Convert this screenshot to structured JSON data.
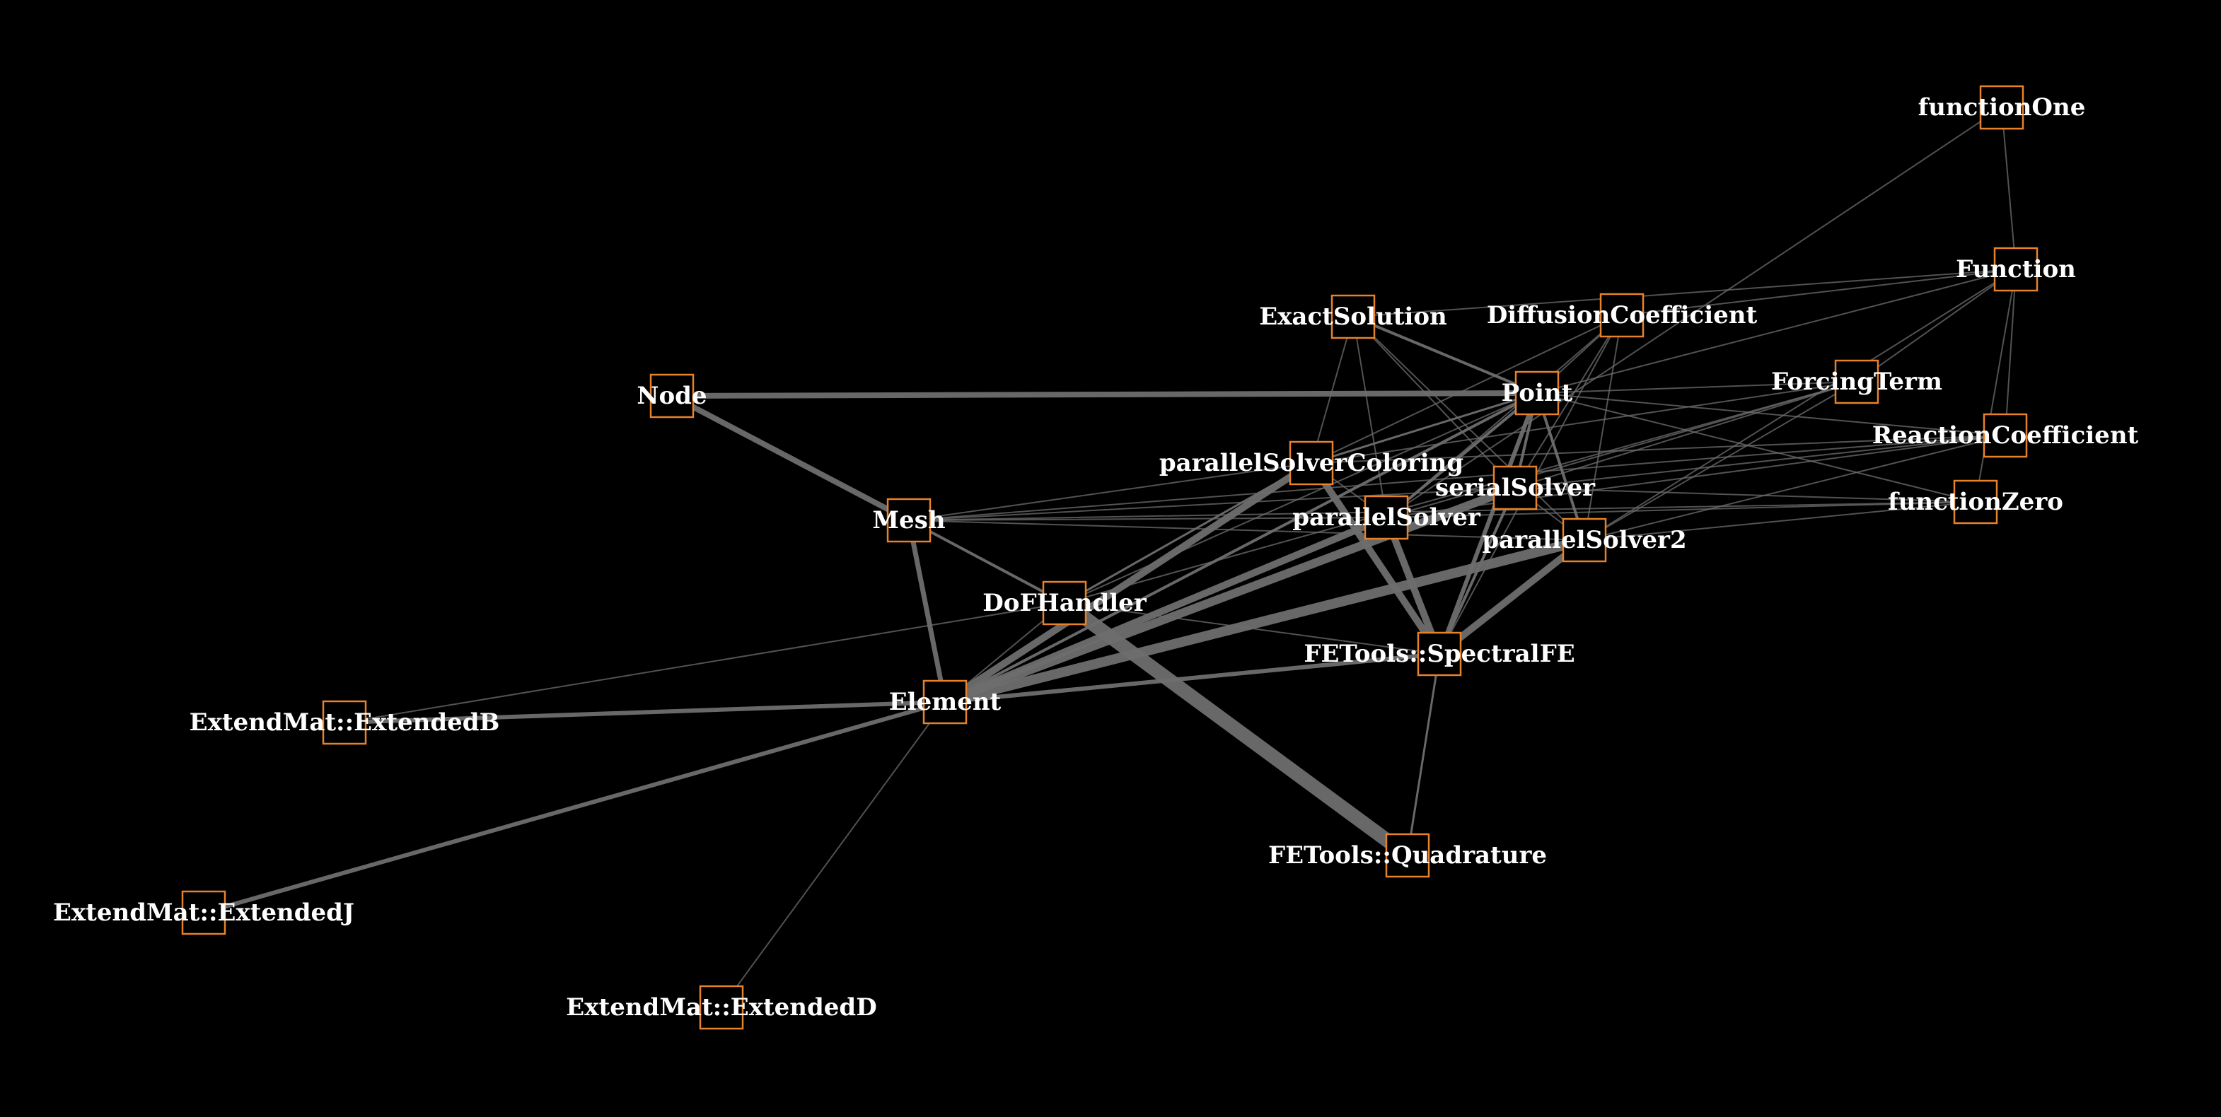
{
  "colors": {
    "background": "#000000",
    "node_border": "#e8822a",
    "label": "#ffffff",
    "edge": "#6e6e6e"
  },
  "graph": {
    "nodes": [
      {
        "id": "functionOne",
        "label": "functionOne"
      },
      {
        "id": "Function",
        "label": "Function"
      },
      {
        "id": "ExactSolution",
        "label": "ExactSolution"
      },
      {
        "id": "DiffusionCoefficient",
        "label": "DiffusionCoefficient"
      },
      {
        "id": "ForcingTerm",
        "label": "ForcingTerm"
      },
      {
        "id": "Node",
        "label": "Node"
      },
      {
        "id": "Point",
        "label": "Point"
      },
      {
        "id": "ReactionCoefficient",
        "label": "ReactionCoefficient"
      },
      {
        "id": "parallelSolverColoring",
        "label": "parallelSolverColoring"
      },
      {
        "id": "serialSolver",
        "label": "serialSolver"
      },
      {
        "id": "functionZero",
        "label": "functionZero"
      },
      {
        "id": "Mesh",
        "label": "Mesh"
      },
      {
        "id": "parallelSolver",
        "label": "parallelSolver"
      },
      {
        "id": "parallelSolver2",
        "label": "parallelSolver2"
      },
      {
        "id": "DoFHandler",
        "label": "DoFHandler"
      },
      {
        "id": "SpectralFE",
        "label": "FETools::SpectralFE"
      },
      {
        "id": "Element",
        "label": "Element"
      },
      {
        "id": "ExtendedB",
        "label": "ExtendMat::ExtendedB"
      },
      {
        "id": "Quadrature",
        "label": "FETools::Quadrature"
      },
      {
        "id": "ExtendedJ",
        "label": "ExtendMat::ExtendedJ"
      },
      {
        "id": "ExtendedD",
        "label": "ExtendMat::ExtendedD"
      }
    ],
    "edges": [
      {
        "source": "Node",
        "target": "Point",
        "weight": 4
      },
      {
        "source": "Node",
        "target": "Mesh",
        "weight": 4
      },
      {
        "source": "Mesh",
        "target": "Element",
        "weight": 3.5
      },
      {
        "source": "Mesh",
        "target": "DoFHandler",
        "weight": 2
      },
      {
        "source": "Mesh",
        "target": "parallelSolverColoring",
        "weight": 1
      },
      {
        "source": "Mesh",
        "target": "serialSolver",
        "weight": 1
      },
      {
        "source": "Mesh",
        "target": "parallelSolver",
        "weight": 1
      },
      {
        "source": "Mesh",
        "target": "functionZero",
        "weight": 1
      },
      {
        "source": "Mesh",
        "target": "ReactionCoefficient",
        "weight": 1
      },
      {
        "source": "Mesh",
        "target": "parallelSolver2",
        "weight": 1
      },
      {
        "source": "DoFHandler",
        "target": "Quadrature",
        "weight": 10
      },
      {
        "source": "DoFHandler",
        "target": "SpectralFE",
        "weight": 1
      },
      {
        "source": "DoFHandler",
        "target": "Element",
        "weight": 1
      },
      {
        "source": "DoFHandler",
        "target": "Point",
        "weight": 1
      },
      {
        "source": "DoFHandler",
        "target": "ForcingTerm",
        "weight": 1
      },
      {
        "source": "DoFHandler",
        "target": "parallelSolverColoring",
        "weight": 1.5
      },
      {
        "source": "Element",
        "target": "ExtendedB",
        "weight": 3
      },
      {
        "source": "Element",
        "target": "ExtendedJ",
        "weight": 3
      },
      {
        "source": "Element",
        "target": "ExtendedD",
        "weight": 1
      },
      {
        "source": "Element",
        "target": "SpectralFE",
        "weight": 3
      },
      {
        "source": "Element",
        "target": "parallelSolverColoring",
        "weight": 5
      },
      {
        "source": "Element",
        "target": "parallelSolver",
        "weight": 5
      },
      {
        "source": "Element",
        "target": "serialSolver",
        "weight": 6
      },
      {
        "source": "Element",
        "target": "parallelSolver2",
        "weight": 7
      },
      {
        "source": "Element",
        "target": "Point",
        "weight": 2
      },
      {
        "source": "ExtendedB",
        "target": "DoFHandler",
        "weight": 1
      },
      {
        "source": "SpectralFE",
        "target": "Quadrature",
        "weight": 1.5
      },
      {
        "source": "SpectralFE",
        "target": "parallelSolverColoring",
        "weight": 5
      },
      {
        "source": "SpectralFE",
        "target": "parallelSolver",
        "weight": 5
      },
      {
        "source": "SpectralFE",
        "target": "parallelSolver2",
        "weight": 5
      },
      {
        "source": "SpectralFE",
        "target": "serialSolver",
        "weight": 2
      },
      {
        "source": "SpectralFE",
        "target": "Point",
        "weight": 3
      },
      {
        "source": "SpectralFE",
        "target": "DiffusionCoefficient",
        "weight": 1
      },
      {
        "source": "functionOne",
        "target": "Function",
        "weight": 1
      },
      {
        "source": "functionOne",
        "target": "parallelSolver",
        "weight": 1
      },
      {
        "source": "Function",
        "target": "ExactSolution",
        "weight": 1
      },
      {
        "source": "Function",
        "target": "DiffusionCoefficient",
        "weight": 1
      },
      {
        "source": "Function",
        "target": "ReactionCoefficient",
        "weight": 1
      },
      {
        "source": "Function",
        "target": "functionZero",
        "weight": 1
      },
      {
        "source": "Function",
        "target": "Point",
        "weight": 1
      },
      {
        "source": "Function",
        "target": "ForcingTerm",
        "weight": 1
      },
      {
        "source": "Function",
        "target": "parallelSolver2",
        "weight": 1
      },
      {
        "source": "ExactSolution",
        "target": "Point",
        "weight": 2
      },
      {
        "source": "ExactSolution",
        "target": "parallelSolverColoring",
        "weight": 1
      },
      {
        "source": "ExactSolution",
        "target": "serialSolver",
        "weight": 1
      },
      {
        "source": "ExactSolution",
        "target": "parallelSolver",
        "weight": 1
      },
      {
        "source": "ExactSolution",
        "target": "parallelSolver2",
        "weight": 1
      },
      {
        "source": "DiffusionCoefficient",
        "target": "Point",
        "weight": 1
      },
      {
        "source": "DiffusionCoefficient",
        "target": "serialSolver",
        "weight": 1
      },
      {
        "source": "DiffusionCoefficient",
        "target": "parallelSolver",
        "weight": 1
      },
      {
        "source": "DiffusionCoefficient",
        "target": "parallelSolver2",
        "weight": 1
      },
      {
        "source": "DiffusionCoefficient",
        "target": "parallelSolverColoring",
        "weight": 1
      },
      {
        "source": "ForcingTerm",
        "target": "Point",
        "weight": 1
      },
      {
        "source": "ForcingTerm",
        "target": "serialSolver",
        "weight": 1
      },
      {
        "source": "ForcingTerm",
        "target": "parallelSolver",
        "weight": 1
      },
      {
        "source": "ForcingTerm",
        "target": "parallelSolver2",
        "weight": 1
      },
      {
        "source": "ForcingTerm",
        "target": "parallelSolverColoring",
        "weight": 1
      },
      {
        "source": "ReactionCoefficient",
        "target": "Point",
        "weight": 1
      },
      {
        "source": "ReactionCoefficient",
        "target": "serialSolver",
        "weight": 1
      },
      {
        "source": "ReactionCoefficient",
        "target": "parallelSolver",
        "weight": 1
      },
      {
        "source": "ReactionCoefficient",
        "target": "parallelSolver2",
        "weight": 1
      },
      {
        "source": "ReactionCoefficient",
        "target": "parallelSolverColoring",
        "weight": 1
      },
      {
        "source": "functionZero",
        "target": "Point",
        "weight": 1
      },
      {
        "source": "functionZero",
        "target": "serialSolver",
        "weight": 1
      },
      {
        "source": "functionZero",
        "target": "parallelSolver",
        "weight": 1
      },
      {
        "source": "functionZero",
        "target": "parallelSolver2",
        "weight": 1
      },
      {
        "source": "Point",
        "target": "parallelSolverColoring",
        "weight": 1.5
      },
      {
        "source": "Point",
        "target": "serialSolver",
        "weight": 2
      },
      {
        "source": "Point",
        "target": "parallelSolver",
        "weight": 2
      },
      {
        "source": "Point",
        "target": "parallelSolver2",
        "weight": 2
      },
      {
        "source": "serialSolver",
        "target": "parallelSolver2",
        "weight": 1
      },
      {
        "source": "parallelSolver",
        "target": "parallelSolverColoring",
        "weight": 1
      }
    ]
  }
}
